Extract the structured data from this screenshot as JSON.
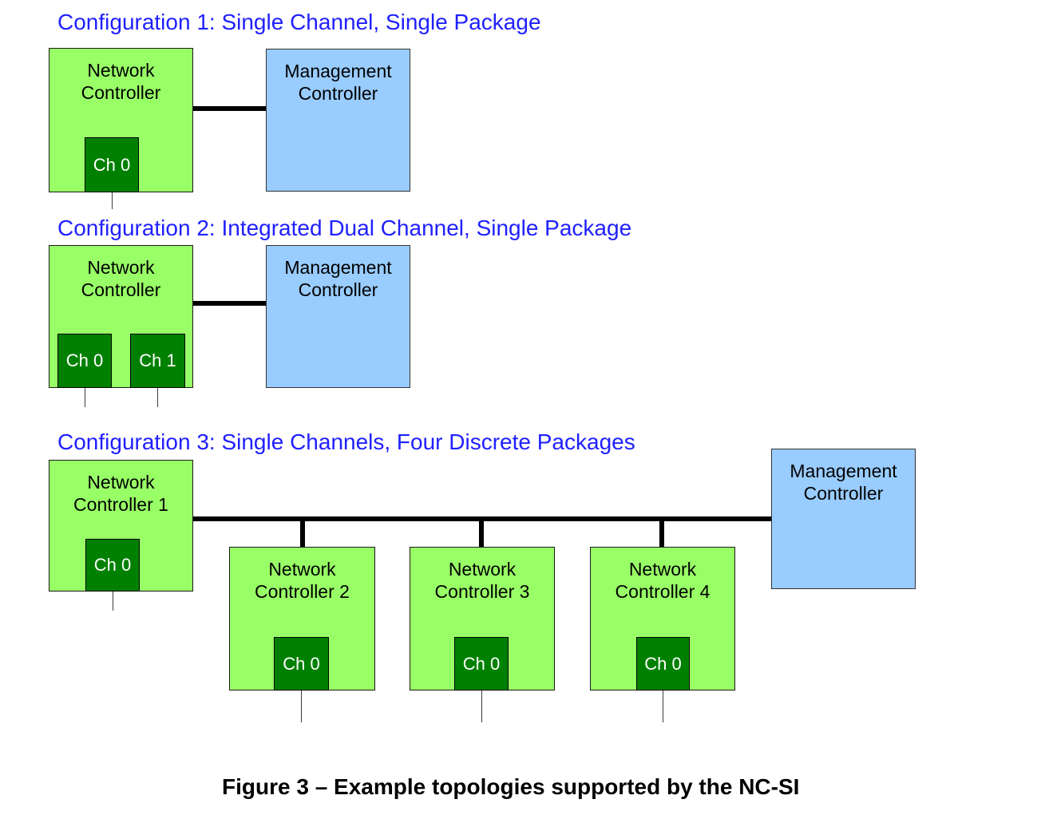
{
  "figure": {
    "caption": "Figure 3 – Example topologies supported by the NC-SI"
  },
  "colors": {
    "package_fill": "#99ff66",
    "channel_fill": "#008000",
    "management_fill": "#99ccff",
    "heading_blue": "#2020ff",
    "line_black": "#000000"
  },
  "configurations": [
    {
      "title": "Configuration 1: Single Channel, Single Package",
      "network_controllers": [
        {
          "label": "Network Controller",
          "channels": [
            "Ch 0"
          ]
        }
      ],
      "management_controller": "Management Controller"
    },
    {
      "title": "Configuration 2: Integrated Dual Channel, Single Package",
      "network_controllers": [
        {
          "label": "Network Controller",
          "channels": [
            "Ch 0",
            "Ch 1"
          ]
        }
      ],
      "management_controller": "Management Controller"
    },
    {
      "title": "Configuration 3: Single Channels, Four Discrete Packages",
      "network_controllers": [
        {
          "label": "Network Controller 1",
          "channels": [
            "Ch 0"
          ]
        },
        {
          "label": "Network Controller 2",
          "channels": [
            "Ch 0"
          ]
        },
        {
          "label": "Network Controller 3",
          "channels": [
            "Ch 0"
          ]
        },
        {
          "label": "Network Controller 4",
          "channels": [
            "Ch 0"
          ]
        }
      ],
      "management_controller": "Management Controller"
    }
  ]
}
